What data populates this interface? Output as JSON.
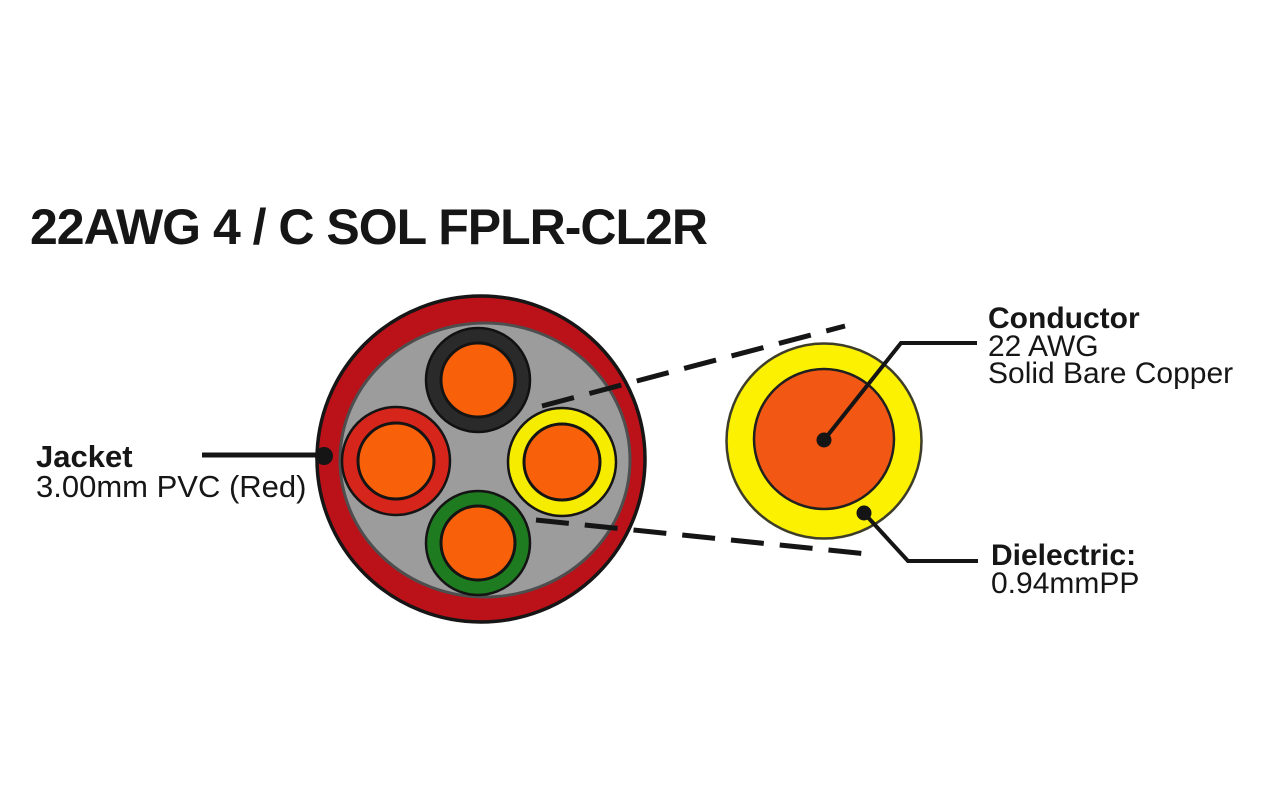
{
  "title": "22AWG 4 / C SOL FPLR-CL2R",
  "labels": {
    "jacket": {
      "title": "Jacket",
      "spec": "3.00mm PVC (Red)"
    },
    "conductor": {
      "title": "Conductor",
      "spec_line1": "22 AWG",
      "spec_line2": "Solid Bare Copper"
    },
    "dielectric": {
      "title": "Dielectric:",
      "spec": "0.94mmPP"
    }
  },
  "colors": {
    "background": "#FFFFFF",
    "text": "#161616",
    "line_black": "#151515",
    "jacket_red": "#BB1118",
    "filler_gray": "#9C9C9C",
    "insulation_black": "#2A2A2A",
    "insulation_red": "#D6251B",
    "insulation_yellow": "#F6EC00",
    "insulation_green": "#1E7B1F",
    "conductor_orange": "#F8600A",
    "zoom_dielectric_yellow": "#FBF100",
    "zoom_conductor_orange": "#F25713"
  }
}
